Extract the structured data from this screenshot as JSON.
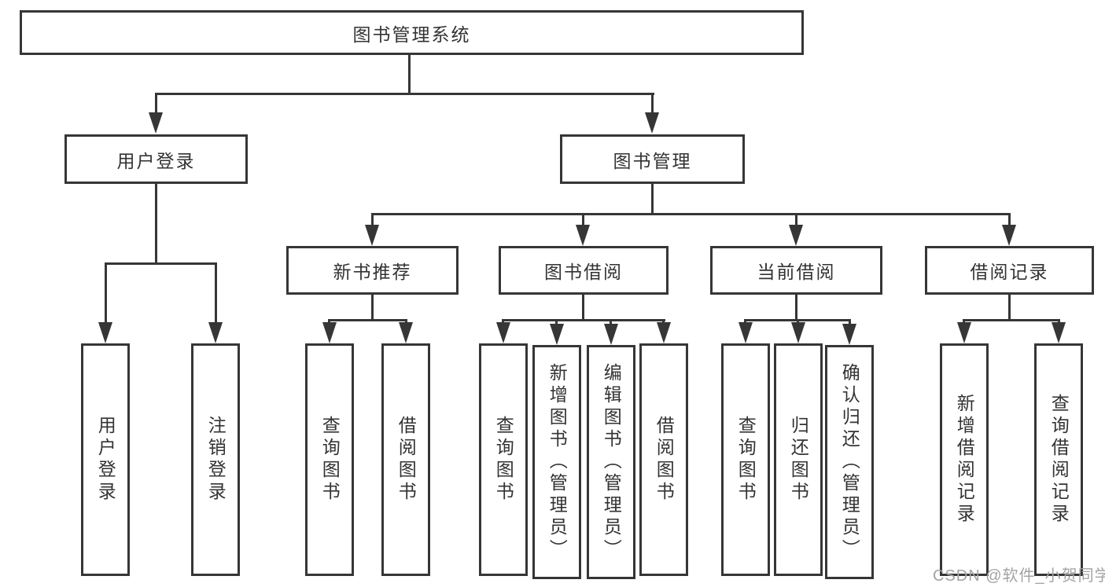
{
  "diagram_title": "图书管理系统",
  "colors": {
    "line": "#363636",
    "box_border": "#363636",
    "text": "#333333",
    "background": "#ffffff",
    "watermark": "#a3a3a3"
  },
  "tree": {
    "label": "图书管理系统",
    "children": [
      {
        "label": "用户登录",
        "children": [
          {
            "label": "用户登录"
          },
          {
            "label": "注销登录"
          }
        ]
      },
      {
        "label": "图书管理",
        "children": [
          {
            "label": "新书推荐",
            "children": [
              {
                "label": "查询图书"
              },
              {
                "label": "借阅图书"
              }
            ]
          },
          {
            "label": "图书借阅",
            "children": [
              {
                "label": "查询图书"
              },
              {
                "label": "新增图书（管理员）"
              },
              {
                "label": "编辑图书（管理员）"
              },
              {
                "label": "借阅图书"
              }
            ]
          },
          {
            "label": "当前借阅",
            "children": [
              {
                "label": "查询图书"
              },
              {
                "label": "归还图书"
              },
              {
                "label": "确认归还（管理员）"
              }
            ]
          },
          {
            "label": "借阅记录",
            "children": [
              {
                "label": "新增借阅记录"
              },
              {
                "label": "查询借阅记录"
              }
            ]
          }
        ]
      }
    ]
  },
  "watermark": {
    "text": "CSDN @软件_小贺同学"
  }
}
